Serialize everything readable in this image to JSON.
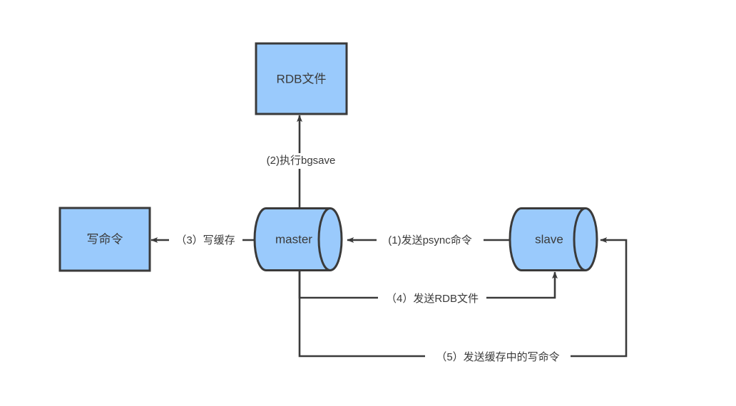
{
  "diagram": {
    "title": "Redis master-slave replication flow",
    "background_color": "#ffffff",
    "shape_fill_color": "#9ACAFC",
    "shape_stroke_color": "#3A3A3A",
    "text_color": "#3A3A3A",
    "nodes": [
      {
        "id": "rdb",
        "label": "RDB文件",
        "shape": "rectangle"
      },
      {
        "id": "write_cmd",
        "label": "写命令",
        "shape": "rectangle"
      },
      {
        "id": "master",
        "label": "master",
        "shape": "cylinder"
      },
      {
        "id": "slave",
        "label": "slave",
        "shape": "cylinder"
      }
    ],
    "edges": [
      {
        "id": "e1",
        "label": "(1)发送psync命令",
        "from": "slave",
        "to": "master"
      },
      {
        "id": "e2",
        "label": "(2)执行bgsave",
        "from": "master",
        "to": "rdb"
      },
      {
        "id": "e3",
        "label": "（3）写缓存",
        "from": "master",
        "to": "write_cmd"
      },
      {
        "id": "e4",
        "label": "（4）发送RDB文件",
        "from": "master",
        "to": "slave"
      },
      {
        "id": "e5",
        "label": "（5）发送缓存中的写命令",
        "from": "master",
        "to": "slave"
      }
    ]
  }
}
